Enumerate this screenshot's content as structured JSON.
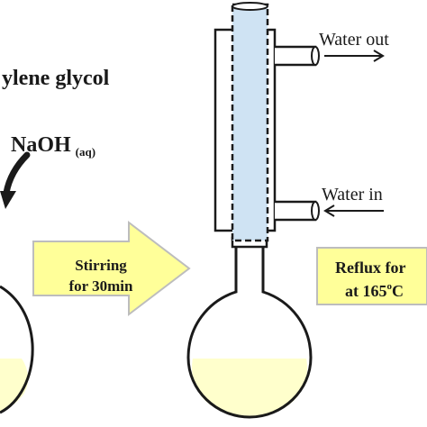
{
  "labels": {
    "reagent_1": "ylene glycol",
    "reagent_2_main": "NaOH",
    "reagent_2_sub": "(aq)",
    "step_1_line1": "Stirring",
    "step_1_line2": "for 30min",
    "step_2_line1": "Reflux for",
    "step_2_line2_main": "at 165",
    "step_2_line2_sup": "o",
    "step_2_line2_tail": "C",
    "water_out": "Water out",
    "water_in": "Water in"
  },
  "colors": {
    "arrow_fill": "#ffff99",
    "arrow_stroke": "#bdbdbd",
    "condenser_inner": "#cfe3f3",
    "liquid": "#ffffcc",
    "line": "#1a1a1a"
  }
}
